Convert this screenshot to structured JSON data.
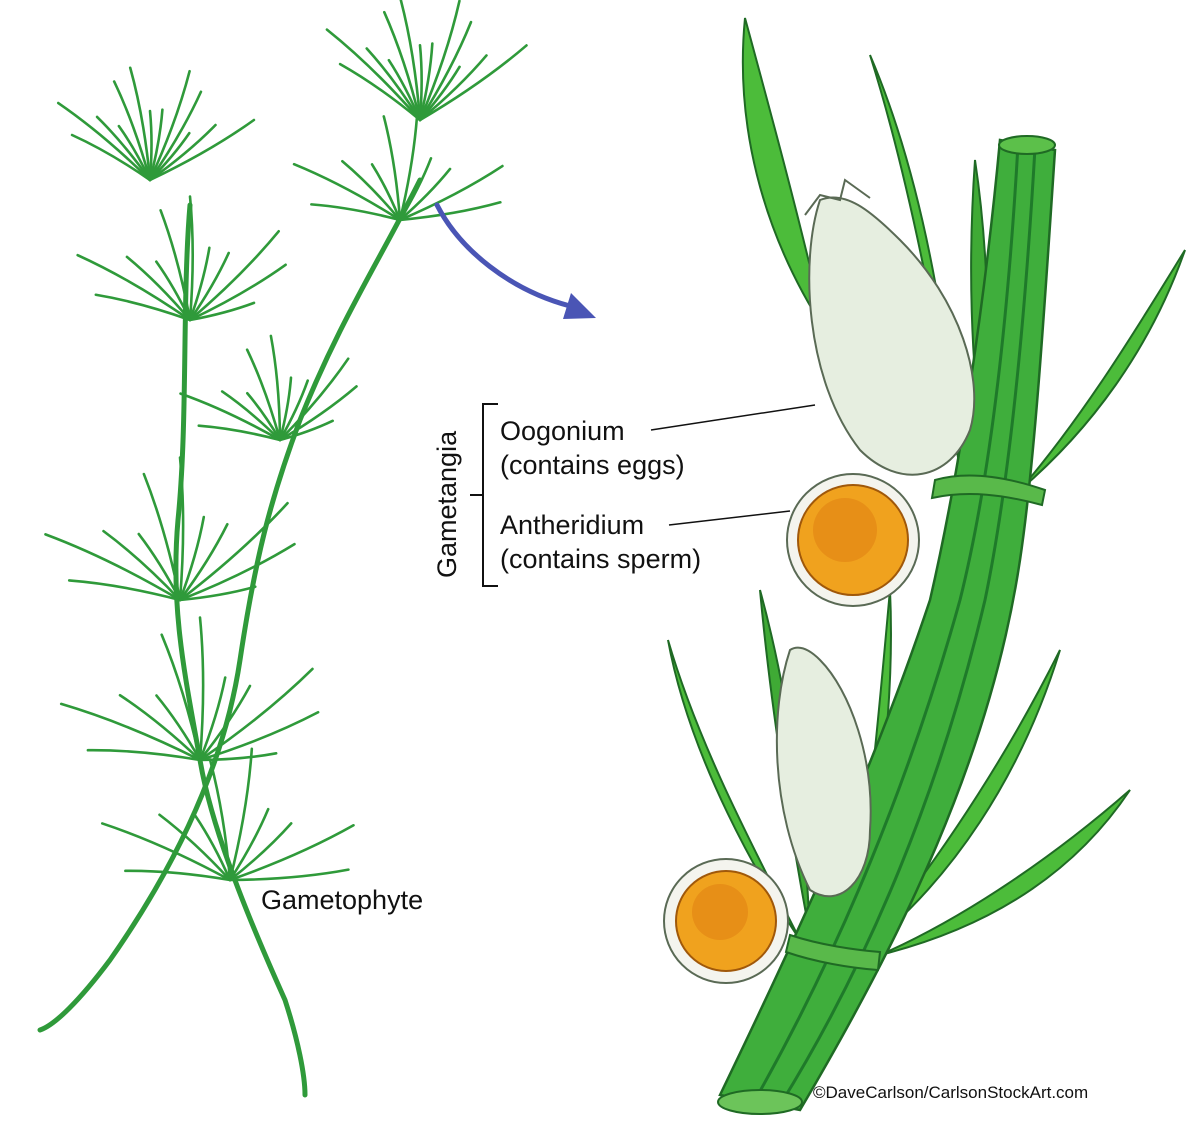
{
  "labels": {
    "gametangia": "Gametangia",
    "oogonium": "Oogonium",
    "oogonium_note": "(contains eggs)",
    "antheridium": "Antheridium",
    "antheridium_note": "(contains sperm)",
    "gametophyte": "Gametophyte"
  },
  "credit": "©DaveCarlson/CarlsonStockArt.com",
  "colors": {
    "plant_green": "#2f9a3a",
    "stem_green": "#3fae3c",
    "stem_dark": "#1f7a2a",
    "leaf_green": "#4cbc3a",
    "oogonium_fill": "#e6eee0",
    "antheridium_fill": "#f0a21e",
    "antheridium_core": "#e07f12",
    "arrow": "#4a55b5",
    "text": "#111111"
  },
  "icons": {
    "arrow": "curved-arrow-icon"
  }
}
